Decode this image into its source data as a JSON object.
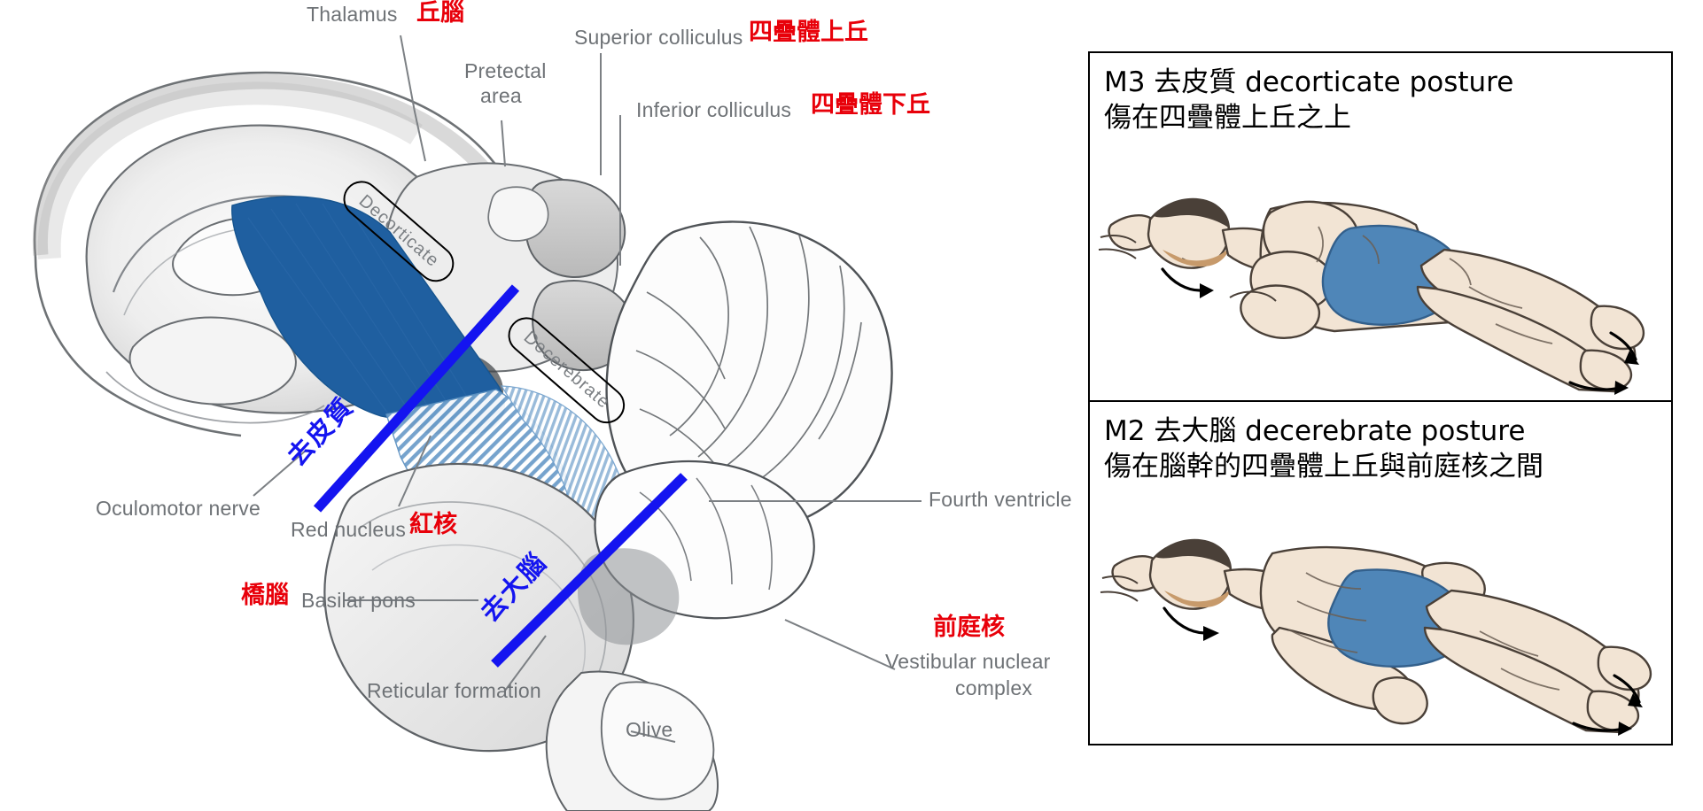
{
  "figure": {
    "title_internal": "midsagittal brainstem diagram with decorticate and decerebrate transection levels",
    "labels": {
      "thalamus_en": "Thalamus",
      "thalamus_cn": "丘腦",
      "pretectal_en_l1": "Pretectal",
      "pretectal_en_l2": "area",
      "superior_colliculus_en": "Superior colliculus",
      "superior_colliculus_cn": "四疊體上丘",
      "inferior_colliculus_en": "Inferior colliculus",
      "inferior_colliculus_cn": "四疊體下丘",
      "oculomotor_en": "Oculomotor nerve",
      "red_nucleus_en": "Red nucleus",
      "red_nucleus_cn": "紅核",
      "basilar_pons_cn": "橋腦",
      "basilar_pons_en": "Basilar pons",
      "reticular_formation_en": "Reticular formation",
      "olive_en": "Olive",
      "fourth_ventricle_en": "Fourth ventricle",
      "vestibular_cn": "前庭核",
      "vestibular_en_l1": "Vestibular nuclear",
      "vestibular_en_l2": "complex",
      "decorticate_box": "Decorticate",
      "decerebrate_box": "Decerebrate",
      "decorticate_line_cn": "去皮質",
      "decerebrate_line_cn": "去大腦"
    },
    "colors": {
      "red_annotation": "#e8000a",
      "blue_annotation": "#1414f0",
      "tract_solid_blue": "#1f5fa0",
      "tract_hatch_blue": "#6f9fcb",
      "leader_line": "#6e7276",
      "ink": "#3a3f44"
    }
  },
  "panels": [
    {
      "id": "m3",
      "title": "M3 去皮質 decorticate posture",
      "subtitle": "傷在四疊體上丘之上",
      "figure_name": "decorticate-posture-illustration",
      "shorts_color": "#4f86b8",
      "skin_color": "#f2e4d4"
    },
    {
      "id": "m2",
      "title": "M2 去大腦 decerebrate posture",
      "subtitle": "傷在腦幹的四疊體上丘與前庭核之間",
      "figure_name": "decerebrate-posture-illustration",
      "shorts_color": "#4f86b8",
      "skin_color": "#f2e4d4"
    }
  ]
}
